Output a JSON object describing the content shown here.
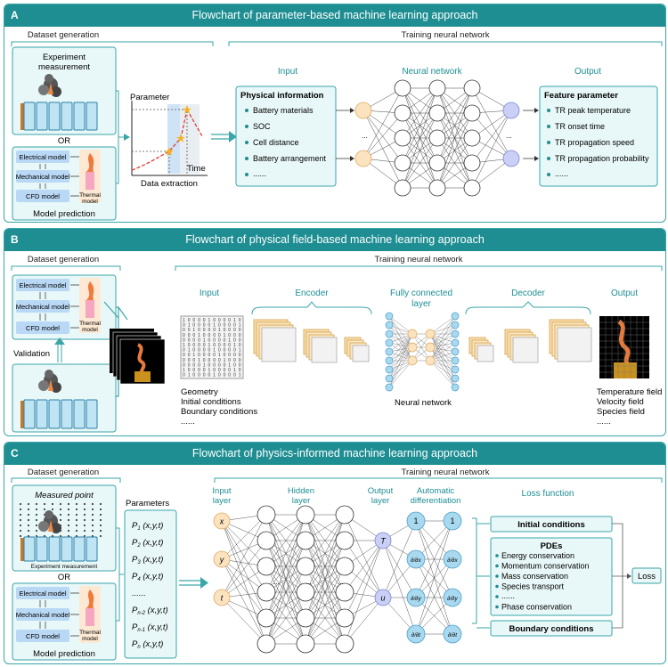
{
  "panelA": {
    "letter": "A",
    "title": "Flowchart of parameter-based machine learning approach",
    "dataset_generation": "Dataset generation",
    "training": "Training neural network",
    "experiment_line1": "Experiment",
    "experiment_line2": "measurement",
    "or": "OR",
    "electrical_model": "Electrical model",
    "mechanical_model": "Mechanical model",
    "cfd_model": "CFD model",
    "thermal_line1": "Thermal",
    "thermal_line2": "model",
    "model_prediction": "Model prediction",
    "parameter_label": "Parameter",
    "time_label": "Time",
    "data_extraction": "Data extraction",
    "input_label": "Input",
    "neural_network_label": "Neural network",
    "output_label": "Output",
    "physical_information": "Physical information",
    "inputs": [
      "Battery materials",
      "SOC",
      "Cell distance",
      "Battery arrangement",
      "......"
    ],
    "ellipsis_small": "...",
    "feature_parameter": "Feature parameter",
    "outputs": [
      "TR peak temperature",
      "TR onset time",
      "TR propagation speed",
      "TR propagation probability",
      "......"
    ]
  },
  "panelB": {
    "letter": "B",
    "title": "Flowchart of physical field-based machine learning approach",
    "dataset_generation": "Dataset generation",
    "training": "Training neural network",
    "electrical_model": "Electrical model",
    "mechanical_model": "Mechanical model",
    "cfd_model": "CFD model",
    "thermal_line1": "Thermal",
    "thermal_line2": "model",
    "validation": "Validation",
    "input_label": "Input",
    "encoder_label": "Encoder",
    "fc_line1": "Fully connected",
    "fc_line2": "layer",
    "decoder_label": "Decoder",
    "output_label": "Output",
    "matrix_digit_a": "0",
    "matrix_digit_b": "1",
    "inputs": [
      "Geometry",
      "Initial conditions",
      "Boundary conditions",
      "......"
    ],
    "neural_network": "Neural network",
    "outputs": [
      "Temperature field",
      "Velocity field",
      "Species field",
      "......"
    ]
  },
  "panelC": {
    "letter": "C",
    "title": "Flowchart of physics-informed machine learning approach",
    "dataset_generation": "Dataset generation",
    "training": "Training neural network",
    "measured_point": "Measured point",
    "experiment_measurement": "Experiment measurement",
    "or": "OR",
    "electrical_model": "Electrical model",
    "mechanical_model": "Mechanical model",
    "cfd_model": "CFD model",
    "thermal_line1": "Thermal",
    "thermal_line2": "model",
    "model_prediction": "Model prediction",
    "parameters_label": "Parameters",
    "params": [
      {
        "sym": "P",
        "sub": "1",
        "args": " (x,y,t)"
      },
      {
        "sym": "P",
        "sub": "2",
        "args": " (x,y,t)"
      },
      {
        "sym": "P",
        "sub": "3",
        "args": " (x,y,t)"
      },
      {
        "sym": "P",
        "sub": "4",
        "args": " (x,y,t)"
      },
      {
        "sym": "......",
        "sub": "",
        "args": ""
      },
      {
        "sym": "P",
        "sub": "n-2",
        "args": " (x,y,t)"
      },
      {
        "sym": "P",
        "sub": "n-1",
        "args": " (x,y,t)"
      },
      {
        "sym": "P",
        "sub": "n",
        "args": " (x,y,t)"
      }
    ],
    "input_line1": "Input",
    "input_line2": "layer",
    "hidden_line1": "Hidden",
    "hidden_line2": "layer",
    "output_line1": "Output",
    "output_line2": "layer",
    "auto_line1": "Automatic",
    "auto_line2": "differentiation",
    "loss_function": "Loss function",
    "input_nodes": [
      "x",
      "y",
      "t"
    ],
    "output_nodes": [
      "T",
      "u"
    ],
    "ellipsis_small": "...",
    "diff_one": "1",
    "diff_ops": [
      "∂/∂x",
      "∂/∂y",
      "∂/∂t"
    ],
    "initial_conditions": "Initial conditions",
    "pdes_title": "PDEs",
    "pdes": [
      "Energy conservation",
      "Momentum conservation",
      "Mass conservation",
      "Species transport",
      "......",
      "Phase conservation"
    ],
    "boundary_conditions": "Boundary conditions",
    "loss": "Loss"
  },
  "colors": {
    "header": "#1e8e93",
    "teal_border": "#3aa6a8",
    "light_teal": "#e8f7f7",
    "node_blue": "#a9d9ef",
    "node_orange": "#fbe3c0",
    "node_purple": "#c9cff5",
    "battery": "#bfe4f3",
    "model_box": "#b9d8f5",
    "thermal_box": "#fde9d3",
    "encoder_block": "#f9dca6"
  }
}
